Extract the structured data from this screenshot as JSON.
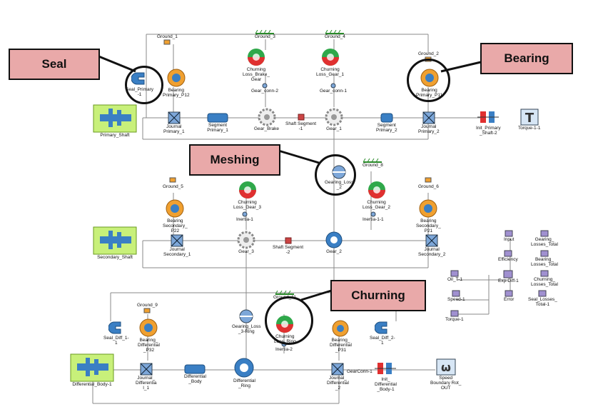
{
  "callouts": {
    "seal": "Seal",
    "bearing": "Bearing",
    "meshing": "Meshing",
    "churning": "Churning"
  },
  "labels": {
    "ground_1": "Ground_1",
    "ground_2": "Ground_2",
    "ground_3": "Ground_3",
    "ground_4": "Ground_4",
    "ground_5": "Ground_5",
    "ground_6": "Ground_6",
    "ground_8": "Ground_8",
    "ground_9": "Ground_9",
    "ground_11": "Ground_11",
    "seal_primary": "Seal_Primary\n-1",
    "bearing_primary_p12": "Bearing\nPrimary_P12",
    "journal_primary_1": "Journal\nPrimary_1",
    "segment_primary_1": "Segment\nPrimary_1",
    "churning_loss_brake_gear": "Churning\nLoss_Brake_\nGear",
    "gear_conn_2": "Gear_conn-2",
    "gear_brake": "Gear_Brake",
    "shaft_segment_1": "Shaft Segment\n-1",
    "churning_loss_gear_1": "Churning\nLoss_Gear_1",
    "gear_conn_1": "Gear_conn-1",
    "gear_1": "Gear_1",
    "segment_primary_2": "Segment\nPrimary_2",
    "bearing_primary_p11": "Bearing\nPrimary_P11",
    "journal_primary_2": "Journal\nPrimary_2",
    "init_primary_shaft_2": "Init_Primary\n_Shaft-2",
    "torque_1_1": "Torque-1-1",
    "primary_shaft": "Primary_Shaft",
    "gearing_loss_2": "Gearing_Loss\n_2",
    "bearing_secondary_p22": "Bearing\nSecondary_\nP22",
    "churning_loss_gear_3": "Churning\nLoss_Gear_3",
    "inertia_1": "Inertia-1",
    "churning_loss_gear_2": "Churning\nLoss_Gear_2",
    "inertia_1_1": "Inertia-1-1",
    "bearing_secondary_p21": "Bearing\nSecondary_\nP21",
    "secondary_shaft": "Secondary_Shaft",
    "journal_secondary_1": "Journal\nSecondary_1",
    "gear_3": "Gear_3",
    "shaft_segment_2": "Shaft Segment\n-2",
    "gear_2": "Gear_2",
    "journal_secondary_2": "Journal\nSecondary_2",
    "input": "Input",
    "gearing_losses_total": "Gearing_\nLosses_Total",
    "efficiency": "Efficiency",
    "bearing_losses_total": "Bearing_\nLosses_Total",
    "oil_t_1": "Oil_T-1",
    "exp_diff_1": "Exp-Diff-1",
    "churning_losses_total": "Churning_\nLosses_Total",
    "speed_1": "Speed-1",
    "error": "Error",
    "seal_losses_total": "Seal_Losses_\nTotal-1",
    "torque_1": "Torque-1",
    "seal_diff_1": "Seal_Diff_1-\n1",
    "bearing_differential_p32": "Bearing_\nDifferential\n_P32",
    "gearing_loss_3_ring": "Gearing_Loss\n_3-Ring",
    "churning_loss_ring": "Churning\nLoss_Ring",
    "inertia_2": "Inertia-2",
    "bearing_differential_p31": "Bearing_\nDifferential\n_P31",
    "seal_diff_2": "Seal_Diff_2-\n1",
    "differential_body_1": "Differential_Body-1",
    "journal_differential_1": "Journal_\nDifferentia\nl_1",
    "differential_body": "Differential\n_Body",
    "differential_ring": "Differential\n_Ring",
    "journal_differential_2": "Journal_\nDifferential\n_2",
    "gearconn_1": "GearConn-1",
    "init_differential_body": "Init_\nDifferential\n_Body-1",
    "speed_boundary": "Speed\nBoundary Rot_\nOUT"
  },
  "colors": {
    "callout_fill": "#e9a9a9",
    "bearing_orange": "#f0a030",
    "bearing_blue": "#3a7fc4",
    "churning_green": "#2fa84a",
    "churning_red": "#e03030",
    "journal_blue": "#7da7d9",
    "shaft_green": "#c8f07a"
  }
}
